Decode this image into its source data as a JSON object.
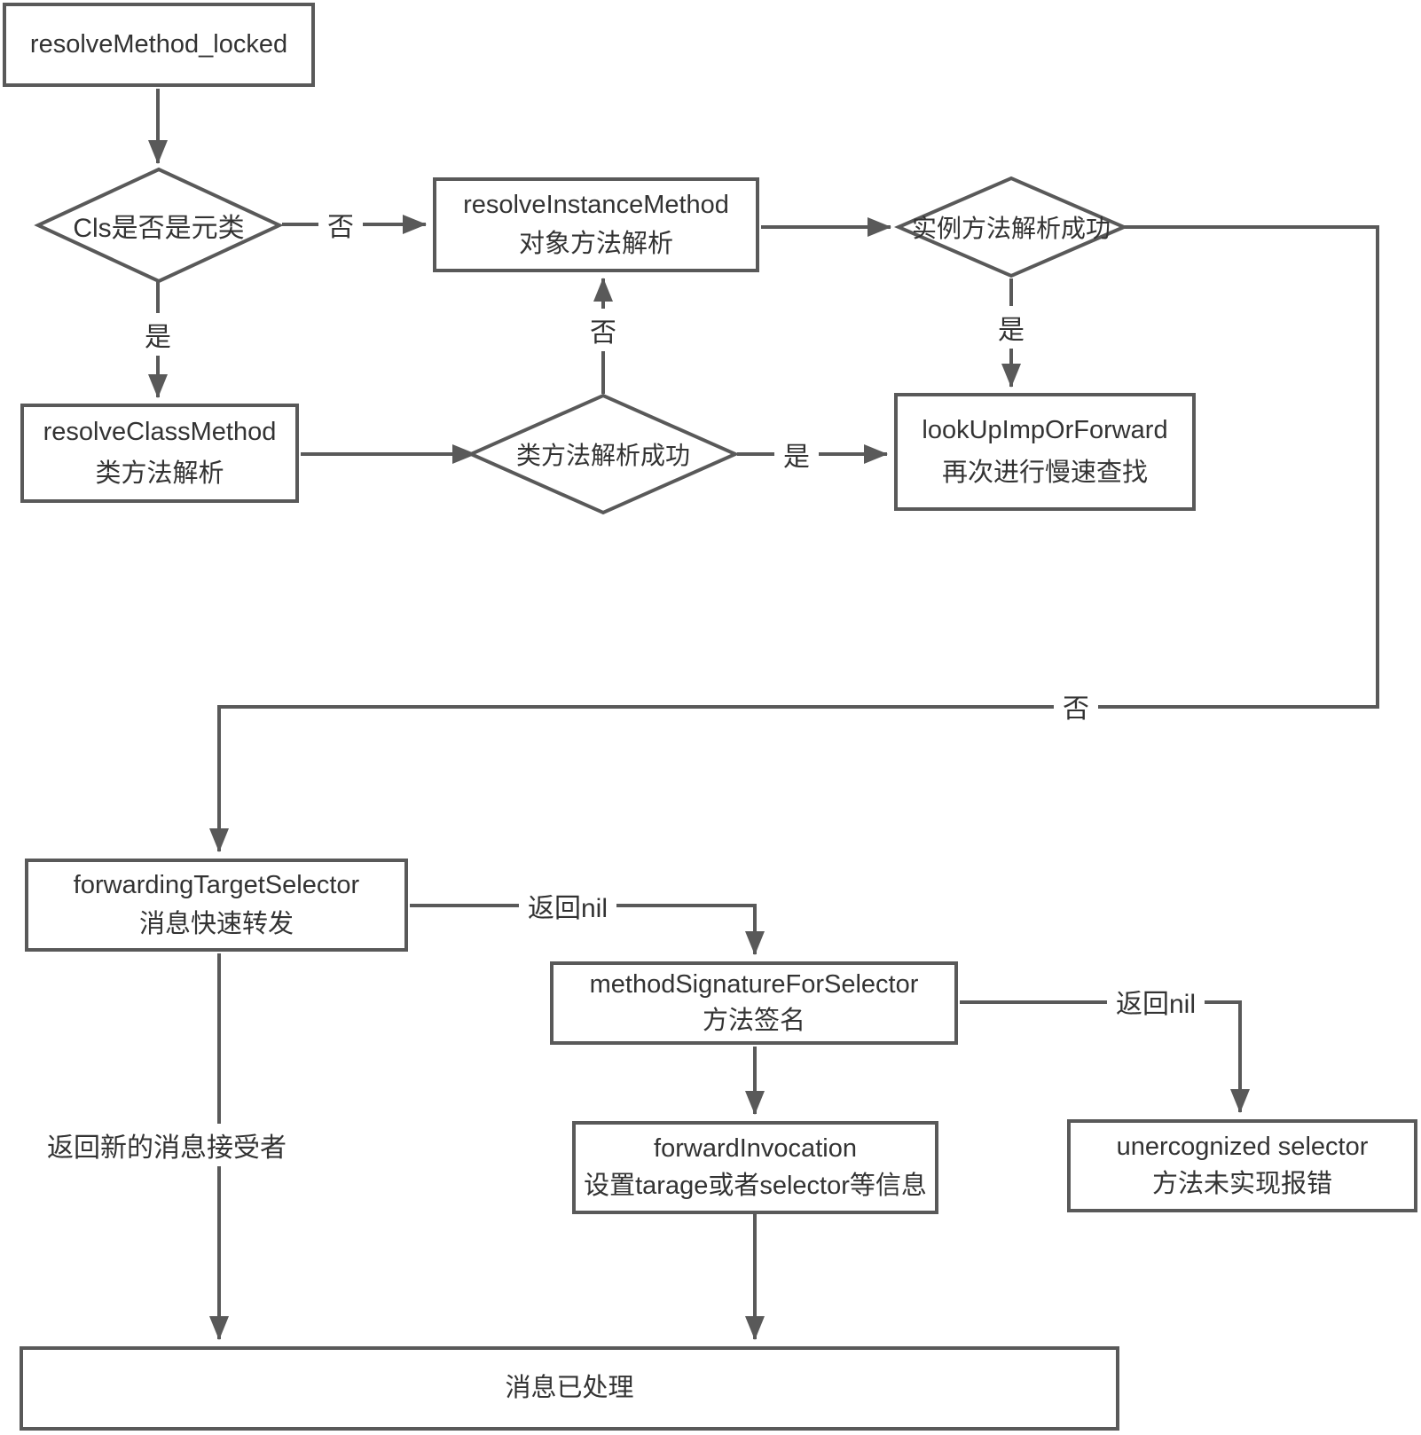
{
  "diagram": {
    "colors": {
      "line": "#595959",
      "text": "#333333",
      "background": "#ffffff"
    },
    "nodes": {
      "resolve_method_locked": {
        "line1": "resolveMethod_locked"
      },
      "cls_is_metaclass": {
        "line1": "Cls是否是元类"
      },
      "resolve_instance_method": {
        "line1": "resolveInstanceMethod",
        "line2": "对象方法解析"
      },
      "instance_resolve_success": {
        "line1": "实例方法解析成功"
      },
      "lookup_imp_or_forward": {
        "line1": "lookUpImpOrForward",
        "line2": "再次进行慢速查找"
      },
      "resolve_class_method": {
        "line1": "resolveClassMethod",
        "line2": "类方法解析"
      },
      "class_resolve_success": {
        "line1": "类方法解析成功"
      },
      "forwarding_target_selector": {
        "line1": "forwardingTargetSelector",
        "line2": "消息快速转发"
      },
      "method_signature_for_selector": {
        "line1": "methodSignatureForSelector",
        "line2": "方法签名"
      },
      "forward_invocation": {
        "line1": "forwardInvocation",
        "line2": "设置tarage或者selector等信息"
      },
      "unrecognized_selector": {
        "line1": "unercognized selector",
        "line2": "方法未实现报错"
      },
      "message_handled": {
        "line1": "消息已处理"
      }
    },
    "edge_labels": {
      "b_no": "否",
      "b_yes": "是",
      "g_no": "否",
      "d_yes": "是",
      "g_yes": "是",
      "d_no": "否",
      "h_return_nil": "返回nil",
      "i_return_nil": "返回nil",
      "h_return_new_receiver": "返回新的消息接受者"
    }
  }
}
